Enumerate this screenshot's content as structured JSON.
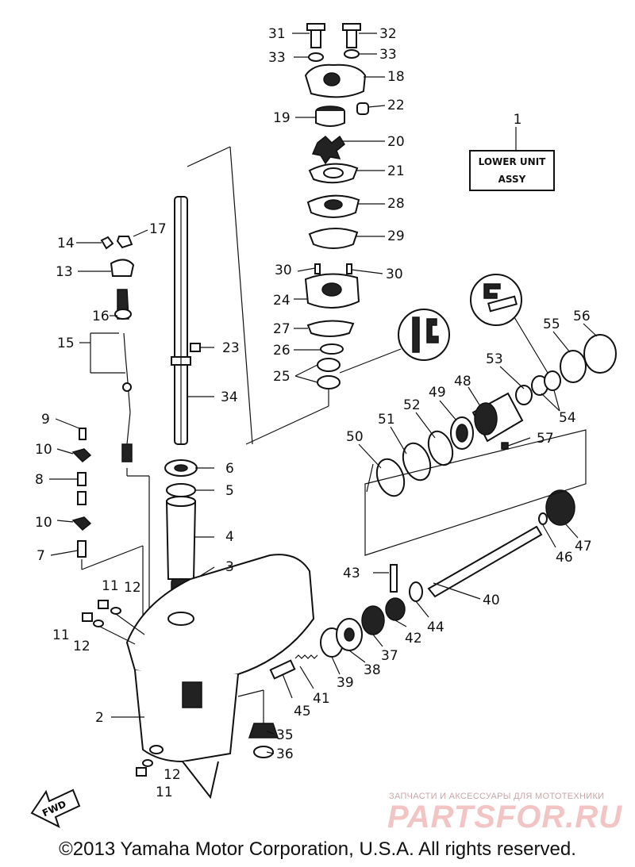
{
  "box": {
    "line1": "LOWER UNIT",
    "line2": "ASSY"
  },
  "direction_tag": "FWD",
  "footer": "©2013 Yamaha Motor Corporation, U.S.A. All rights reserved.",
  "watermark": {
    "small": "ЗАПЧАСТИ И АКСЕССУАРЫ ДЛЯ МОТОТЕХНИКИ",
    "brand": "PARTSFOR.RU"
  },
  "callouts": {
    "c1": "1",
    "c2": "2",
    "c3": "3",
    "c4": "4",
    "c5": "5",
    "c6": "6",
    "c7": "7",
    "c8": "8",
    "c9": "9",
    "c10a": "10",
    "c10b": "10",
    "c11a": "11",
    "c11b": "11",
    "c11c": "11",
    "c12a": "12",
    "c12b": "12",
    "c12c": "12",
    "c13": "13",
    "c14": "14",
    "c15": "15",
    "c16": "16",
    "c17": "17",
    "c18": "18",
    "c19": "19",
    "c20": "20",
    "c21": "21",
    "c22": "22",
    "c23": "23",
    "c24": "24",
    "c25": "25",
    "c26": "26",
    "c27": "27",
    "c28": "28",
    "c29": "29",
    "c30a": "30",
    "c30b": "30",
    "c31": "31",
    "c32": "32",
    "c33a": "33",
    "c33b": "33",
    "c34": "34",
    "c35": "35",
    "c36": "36",
    "c37": "37",
    "c38": "38",
    "c39": "39",
    "c40": "40",
    "c41": "41",
    "c42": "42",
    "c43": "43",
    "c44": "44",
    "c45": "45",
    "c46": "46",
    "c47": "47",
    "c48": "48",
    "c49": "49",
    "c50": "50",
    "c51": "51",
    "c52": "52",
    "c53": "53",
    "c54": "54",
    "c55": "55",
    "c56": "56",
    "c57": "57"
  }
}
